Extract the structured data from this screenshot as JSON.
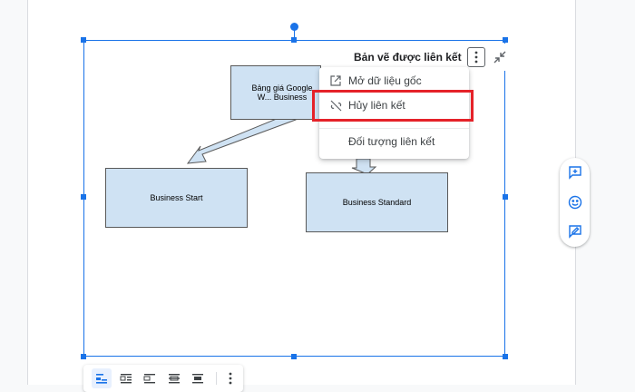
{
  "drawing": {
    "shapes": {
      "top_box": "Bảng giá Google W... Business",
      "left_box": "Business Start",
      "right_box": "Business Standard"
    }
  },
  "link_bar": {
    "title": "Bản vẽ được liên kết",
    "more_icon": "more-vert-icon",
    "collapse_icon": "collapse-icon"
  },
  "menu": {
    "items": [
      {
        "label": "Mở dữ liệu gốc",
        "icon": "open-external-icon"
      },
      {
        "label": "Hủy liên kết",
        "icon": "unlink-icon"
      },
      {
        "label": "Đối tượng liên kết",
        "icon": ""
      }
    ]
  },
  "highlight_color": "#e52229",
  "accent_color": "#1a73e8",
  "side_panel": {
    "items": [
      "add-comment-icon",
      "emoji-icon",
      "suggest-edit-icon"
    ]
  },
  "bottom_toolbar": {
    "items": [
      "wrap-inline-icon",
      "wrap-text-icon",
      "break-text-icon",
      "behind-text-icon",
      "in-front-text-icon",
      "more-vert-icon"
    ]
  }
}
